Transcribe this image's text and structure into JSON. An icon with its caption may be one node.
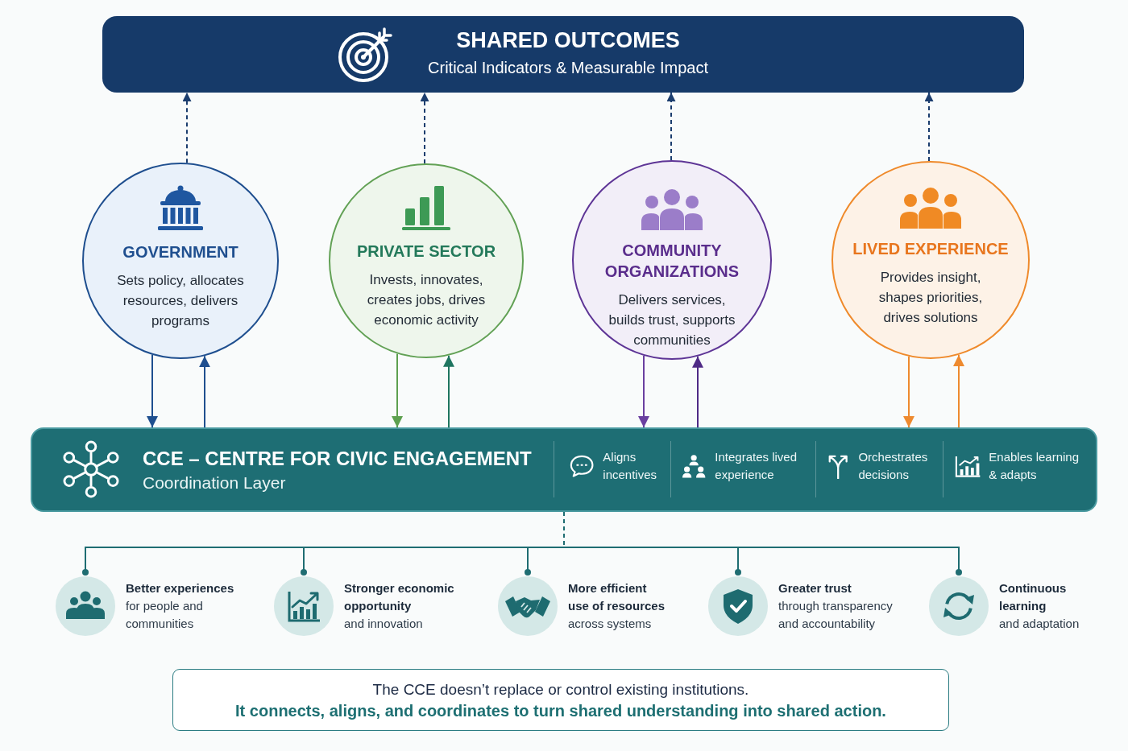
{
  "diagram": {
    "nodes": [
      {
        "text": [
          "SHARED OUTCOMES",
          "Critical Indicators & Measurable Impact"
        ]
      },
      {
        "text": [
          "GOVERNMENT",
          "Sets policy, allocates resources, delivers programs"
        ]
      },
      {
        "text": [
          "PRIVATE SECTOR",
          "Invests, innovates, creates jobs, drives economic activity"
        ]
      },
      {
        "text": [
          "COMMUNITY ORGANIZATIONS",
          "Delivers services, builds trust, supports communities"
        ]
      },
      {
        "text": [
          "LIVED EXPERIENCE",
          "Provides insight, shapes priorities, drives solutions"
        ]
      },
      {
        "text": [
          "CCE – CENTRE FOR CIVIC ENGAGEMENT",
          "Coordination Layer",
          "Aligns incentives",
          "Integrates lived experience",
          "Orchestrates decisions",
          "Enables learning & adapts"
        ]
      },
      {
        "text": [],
        "shape": "circle",
        "beside": [
          "Better experiences",
          "for people and communities"
        ]
      },
      {
        "text": [],
        "shape": "circle",
        "beside": [
          "Stronger economic opportunity",
          "and innovation"
        ]
      },
      {
        "text": [],
        "shape": "circle",
        "beside": [
          "More efficient use of resources",
          "across systems"
        ]
      },
      {
        "text": [],
        "shape": "circle",
        "beside": [
          "Greater trust",
          "through transparency and accountability"
        ]
      },
      {
        "text": [],
        "shape": "circle",
        "beside": [
          "Continuous learning",
          "and adaptation"
        ]
      },
      {
        "text": [
          "The CCE doesn’t replace or control existing institutions.",
          "It connects, aligns, and coordinates to turn shared understanding into shared action."
        ]
      }
    ],
    "edges": [
      {
        "from": 1,
        "to": 0,
        "arrow": "to",
        "style": "dashed",
        "color": "#1b3d6e"
      },
      {
        "from": 2,
        "to": 0,
        "arrow": "to",
        "style": "dashed",
        "color": "#1b3d6e"
      },
      {
        "from": 3,
        "to": 0,
        "arrow": "to",
        "style": "dashed",
        "color": "#1b3d6e"
      },
      {
        "from": 4,
        "to": 0,
        "arrow": "to",
        "style": "dashed",
        "color": "#1b3d6e"
      },
      {
        "from": 1,
        "to": 5,
        "arrow": "to",
        "color": "#1f4f8f"
      },
      {
        "from": 5,
        "to": 1,
        "arrow": "to",
        "color": "#1f4f8f"
      },
      {
        "from": 2,
        "to": 5,
        "arrow": "to",
        "color": "#5da04f"
      },
      {
        "from": 5,
        "to": 2,
        "arrow": "to",
        "color": "#1f7560"
      },
      {
        "from": 3,
        "to": 5,
        "arrow": "to",
        "color": "#6a3fa0"
      },
      {
        "from": 5,
        "to": 3,
        "arrow": "to",
        "color": "#4f2a86"
      },
      {
        "from": 4,
        "to": 5,
        "arrow": "to",
        "color": "#ee8a2f"
      },
      {
        "from": 5,
        "to": 4,
        "arrow": "to",
        "color": "#ee8a2f"
      },
      {
        "from": 5,
        "to": 6,
        "arrow": "other",
        "color": "#1f6d72"
      },
      {
        "from": 5,
        "to": 7,
        "arrow": "other",
        "color": "#1f6d72"
      },
      {
        "from": 5,
        "to": 8,
        "arrow": "other",
        "color": "#1f6d72"
      },
      {
        "from": 5,
        "to": 9,
        "arrow": "other",
        "color": "#1f6d72"
      },
      {
        "from": 5,
        "to": 10,
        "arrow": "other",
        "color": "#1f6d72"
      }
    ]
  }
}
